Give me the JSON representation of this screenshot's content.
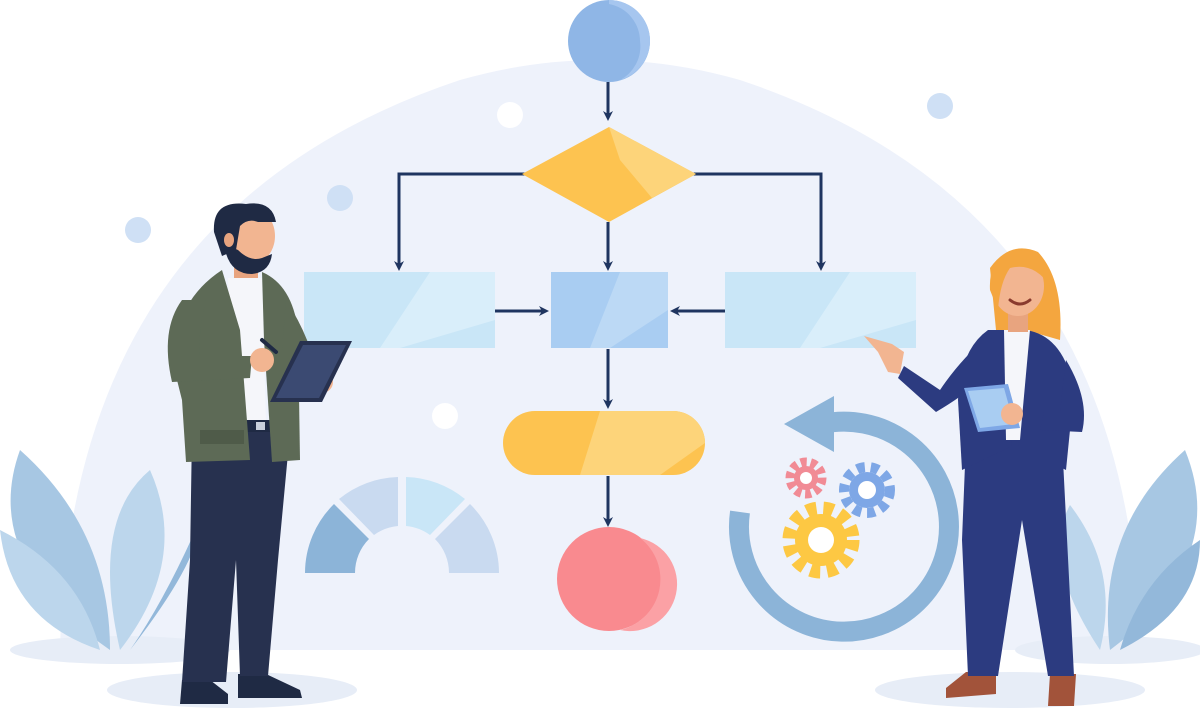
{
  "scene": {
    "type": "flowchart-illustration",
    "text_labels": []
  },
  "flowchart": {
    "nodes": [
      {
        "id": "start",
        "shape": "circle",
        "color": "#8fb6e6"
      },
      {
        "id": "decision",
        "shape": "diamond",
        "color": "#fdc350"
      },
      {
        "id": "process-left",
        "shape": "rectangle",
        "color": "#c9e6f7"
      },
      {
        "id": "process-center",
        "shape": "rectangle",
        "color": "#a9cdf2"
      },
      {
        "id": "process-right",
        "shape": "rectangle",
        "color": "#c9e6f7"
      },
      {
        "id": "terminal",
        "shape": "rounded-rectangle",
        "color": "#fdc350"
      },
      {
        "id": "end",
        "shape": "circle",
        "color": "#f98a8f"
      }
    ],
    "edges": [
      [
        "start",
        "decision"
      ],
      [
        "decision",
        "process-left"
      ],
      [
        "decision",
        "process-center"
      ],
      [
        "decision",
        "process-right"
      ],
      [
        "process-left",
        "process-center"
      ],
      [
        "process-right",
        "process-center"
      ],
      [
        "process-center",
        "terminal"
      ],
      [
        "terminal",
        "end"
      ]
    ]
  },
  "colors": {
    "backdrop": "#eef2fb",
    "arrow": "#1f3560",
    "man_jacket": "#5d6a56",
    "woman_jacket": "#2c3b80",
    "trousers": "#27314f",
    "hair_woman": "#f4a63f",
    "skin": "#f2b591",
    "leaves": "#a7c7e3",
    "gear_pink": "#f18b95",
    "gear_blue": "#7ea7e6",
    "gear_yellow": "#fdc843",
    "cycle_arrow": "#8cb4d8"
  },
  "icons": [
    "gauge-icon",
    "gears-icon",
    "refresh-cycle-icon",
    "tablet-icon",
    "pen-icon"
  ]
}
